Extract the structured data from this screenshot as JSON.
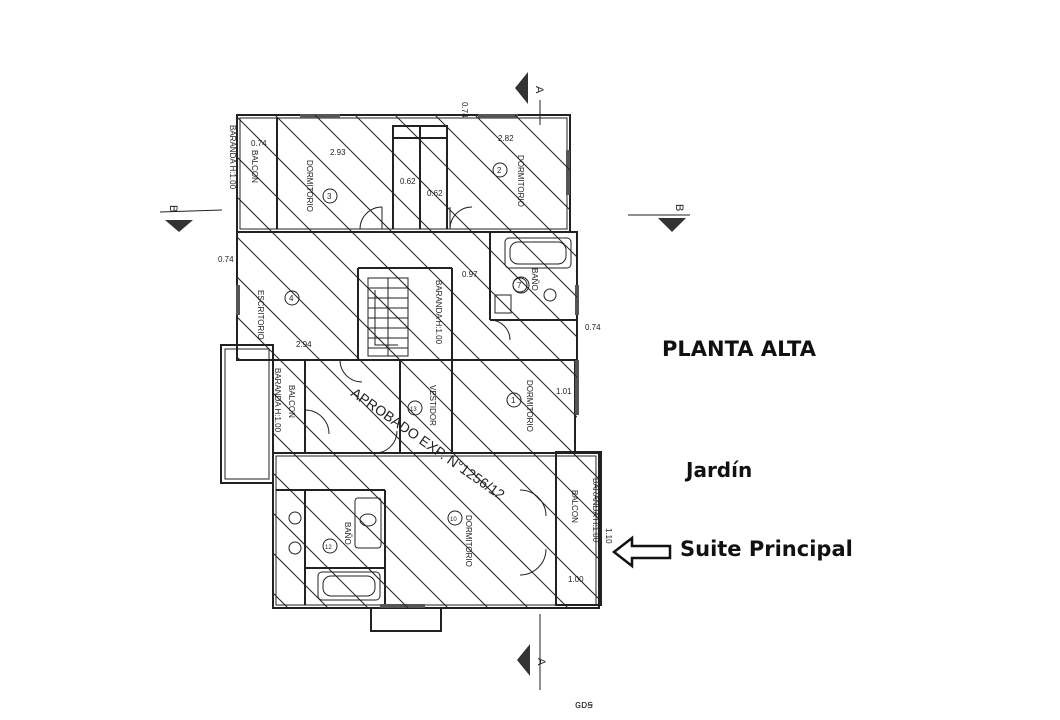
{
  "title": "PLANTA ALTA",
  "garden_label": "Jardín",
  "suite_label": "Suite Principal",
  "section_marks": [
    "A",
    "A",
    "B",
    "B"
  ],
  "rooms": [
    {
      "name": "DORMITORIO",
      "number": "3"
    },
    {
      "name": "DORMITORIO",
      "number": "2"
    },
    {
      "name": "ESCRITORIO",
      "number": "4"
    },
    {
      "name": "BAÑO",
      "number": "7"
    },
    {
      "name": "DORMITORIO",
      "number": "1"
    },
    {
      "name": "VESTIDOR",
      "number": "13"
    },
    {
      "name": "DORMITORIO",
      "number": "10"
    },
    {
      "name": "BAÑO",
      "number": "12"
    }
  ],
  "balcony_labels": [
    "BALCON",
    "BALCON",
    "BALCON"
  ],
  "railing_labels": [
    "BARANDA H:1.00",
    "BARANDA H:1.00",
    "BARANDA H:1.00",
    "BARANDA H:1.00"
  ],
  "stamp": "APROBADO EXP. N°1256/12",
  "dimensions": [
    "0.74",
    "2.93",
    "0.62",
    "0.62",
    "2.82",
    "0.74",
    "0.97",
    "0.74",
    "2.94",
    "1.01",
    "0.74",
    "1.00",
    "1.10"
  ],
  "footer_text": "ɢᴅꞩ"
}
